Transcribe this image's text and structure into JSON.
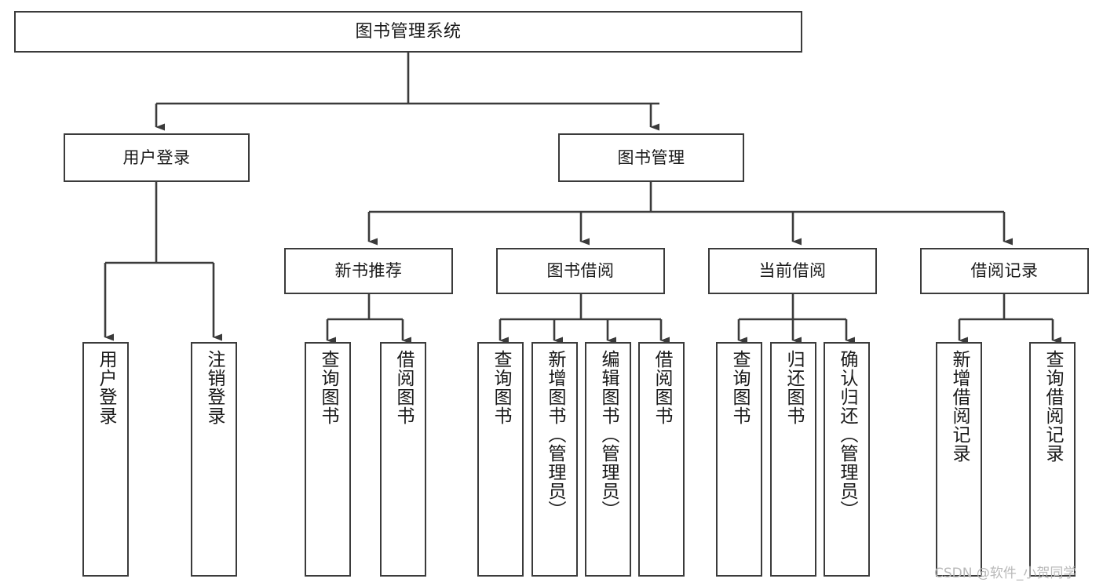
{
  "diagram": {
    "title": "图书管理系统",
    "type": "tree-hierarchy",
    "colors": {
      "box_border": "#3b3b3b",
      "box_fill": "#ffffff",
      "connector": "#3b3b3b",
      "text": "#1a1a1a",
      "watermark": "#b9b9b9"
    },
    "root": {
      "label": "图书管理系统"
    },
    "level2": [
      {
        "label": "用户登录"
      },
      {
        "label": "图书管理"
      }
    ],
    "level3": [
      {
        "label": "新书推荐"
      },
      {
        "label": "图书借阅"
      },
      {
        "label": "当前借阅"
      },
      {
        "label": "借阅记录"
      }
    ],
    "leaves": {
      "user_login": [
        {
          "label": "用户登录"
        },
        {
          "label": "注销登录"
        }
      ],
      "new_book_recommend": [
        {
          "label": "查询图书"
        },
        {
          "label": "借阅图书"
        }
      ],
      "book_borrow": [
        {
          "label": "查询图书"
        },
        {
          "label": "新增图书（管理员）"
        },
        {
          "label": "编辑图书（管理员）"
        },
        {
          "label": "借阅图书"
        }
      ],
      "current_borrow": [
        {
          "label": "查询图书"
        },
        {
          "label": "归还图书"
        },
        {
          "label": "确认归还（管理员）"
        }
      ],
      "borrow_record": [
        {
          "label": "新增借阅记录"
        },
        {
          "label": "查询借阅记录"
        }
      ]
    }
  },
  "watermark": {
    "text": "CSDN @软件_小贺同学"
  }
}
